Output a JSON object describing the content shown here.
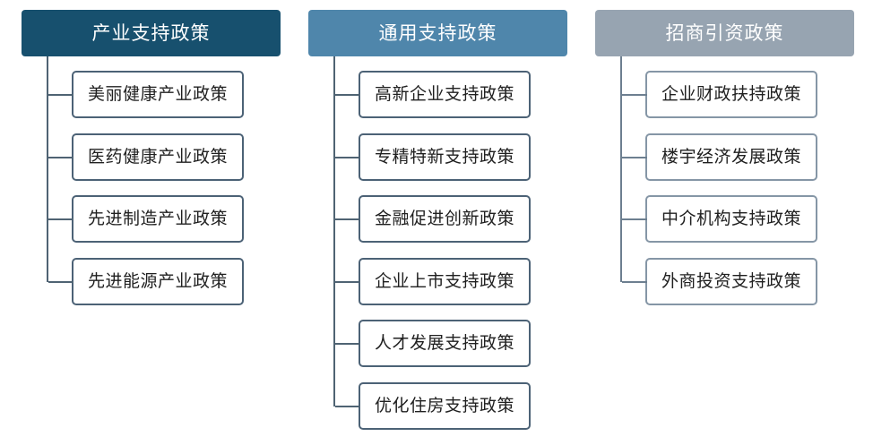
{
  "colors": {
    "industrial_header": "#17506e",
    "general_header": "#4f86ab",
    "investment_header": "#97a4b1",
    "connector": "#4f6373"
  },
  "columns": [
    {
      "title": "产业支持政策",
      "items": [
        "美丽健康产业政策",
        "医药健康产业政策",
        "先进制造产业政策",
        "先进能源产业政策"
      ]
    },
    {
      "title": "通用支持政策",
      "items": [
        "高新企业支持政策",
        "专精特新支持政策",
        "金融促进创新政策",
        "企业上市支持政策",
        "人才发展支持政策",
        "优化住房支持政策"
      ]
    },
    {
      "title": "招商引资政策",
      "items": [
        "企业财政扶持政策",
        "楼宇经济发展政策",
        "中介机构支持政策",
        "外商投资支持政策"
      ]
    }
  ]
}
